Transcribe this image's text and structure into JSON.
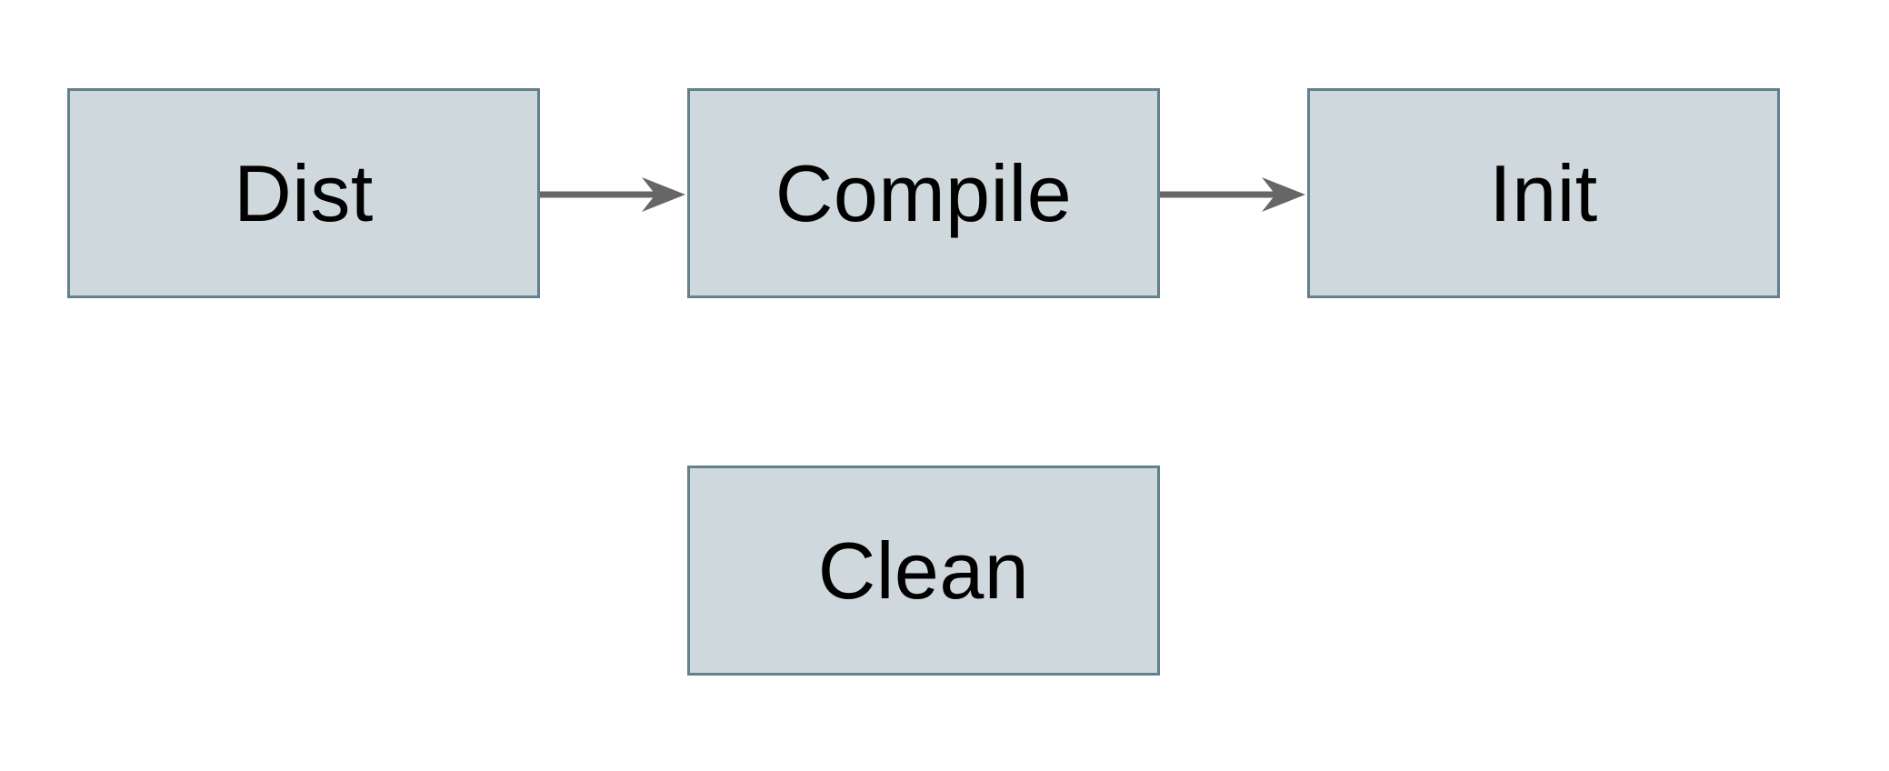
{
  "diagram": {
    "nodes": [
      {
        "id": "dist",
        "label": "Dist"
      },
      {
        "id": "compile",
        "label": "Compile"
      },
      {
        "id": "init",
        "label": "Init"
      },
      {
        "id": "clean",
        "label": "Clean"
      }
    ],
    "edges": [
      {
        "from": "Dist",
        "to": "Compile"
      },
      {
        "from": "Compile",
        "to": "Init"
      }
    ],
    "colors": {
      "node_fill": "#cfd8dc",
      "node_border": "#64808d",
      "arrow": "#666666",
      "label_text": "#000000",
      "background": "#ffffff"
    }
  }
}
